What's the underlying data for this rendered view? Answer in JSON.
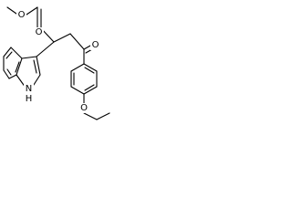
{
  "molecule": {
    "atom_labels": {
      "ester_oxygen": "O",
      "carbonyl_oxygen_ester": "O",
      "ketone_oxygen": "O",
      "ether_oxygen": "O",
      "indole_nitrogen": "H",
      "indole_nh_n": "N"
    }
  }
}
